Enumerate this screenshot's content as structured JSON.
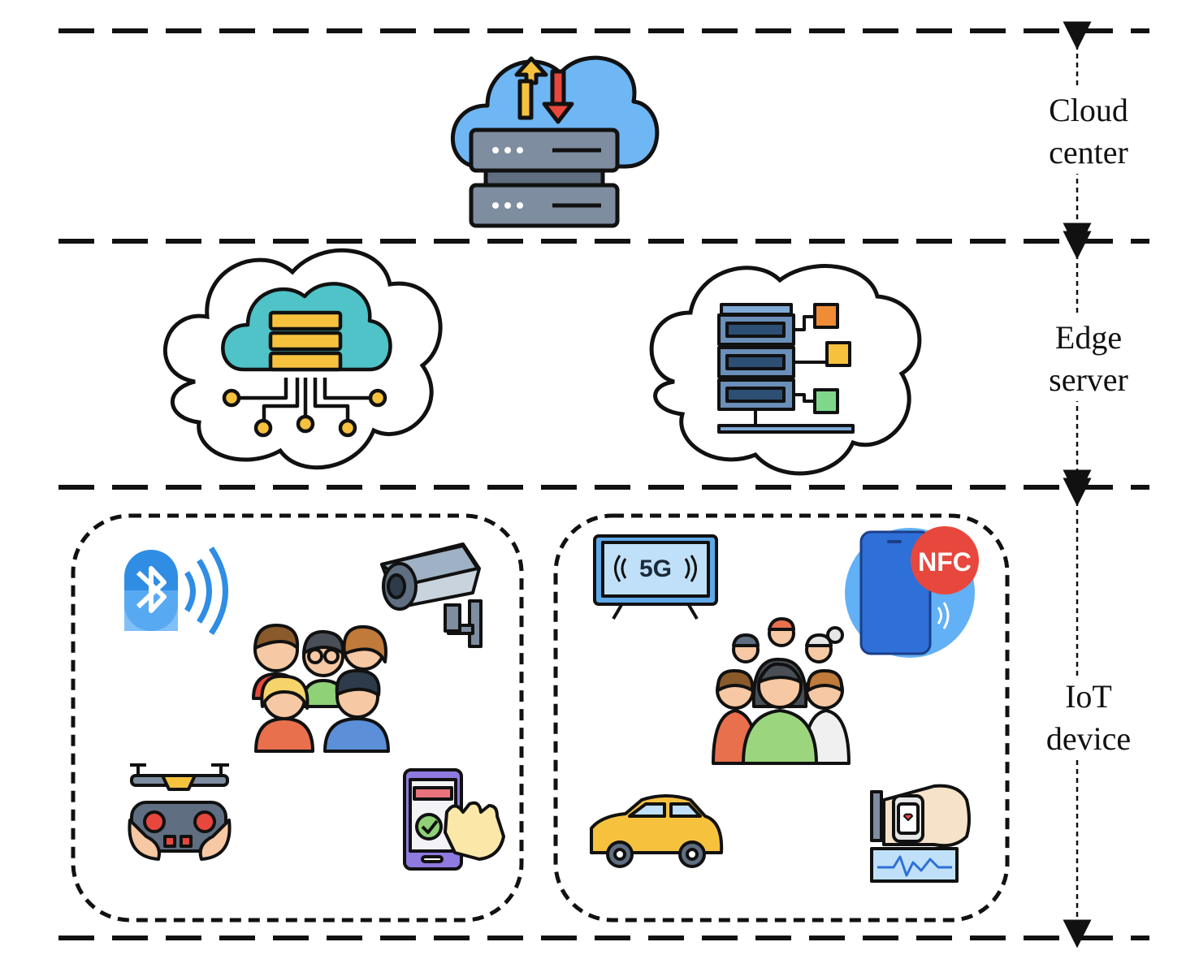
{
  "layers": {
    "cloud": {
      "line1": "Cloud",
      "line2": "center"
    },
    "edge": {
      "line1": "Edge",
      "line2": "server"
    },
    "iot": {
      "line1": "IoT",
      "line2": "device"
    }
  },
  "badges": {
    "tv_text": "5G",
    "nfc_text": "NFC"
  },
  "icons": [
    "cloud-server-icon",
    "cloud-network-icon",
    "server-rack-icon",
    "bluetooth-icon",
    "security-camera-icon",
    "people-group-icon",
    "drone-controller-icon",
    "touch-phone-icon",
    "tv-5g-icon",
    "nfc-phone-icon",
    "crowd-icon",
    "taxi-car-icon",
    "smartwatch-icon"
  ],
  "colors": {
    "line": "#111111",
    "cloud_blue": "#6fb6f4",
    "teal": "#4fc3c7",
    "server_gray": "#7e8da0",
    "accent_yellow": "#f6c23e",
    "accent_red": "#e8473d"
  }
}
